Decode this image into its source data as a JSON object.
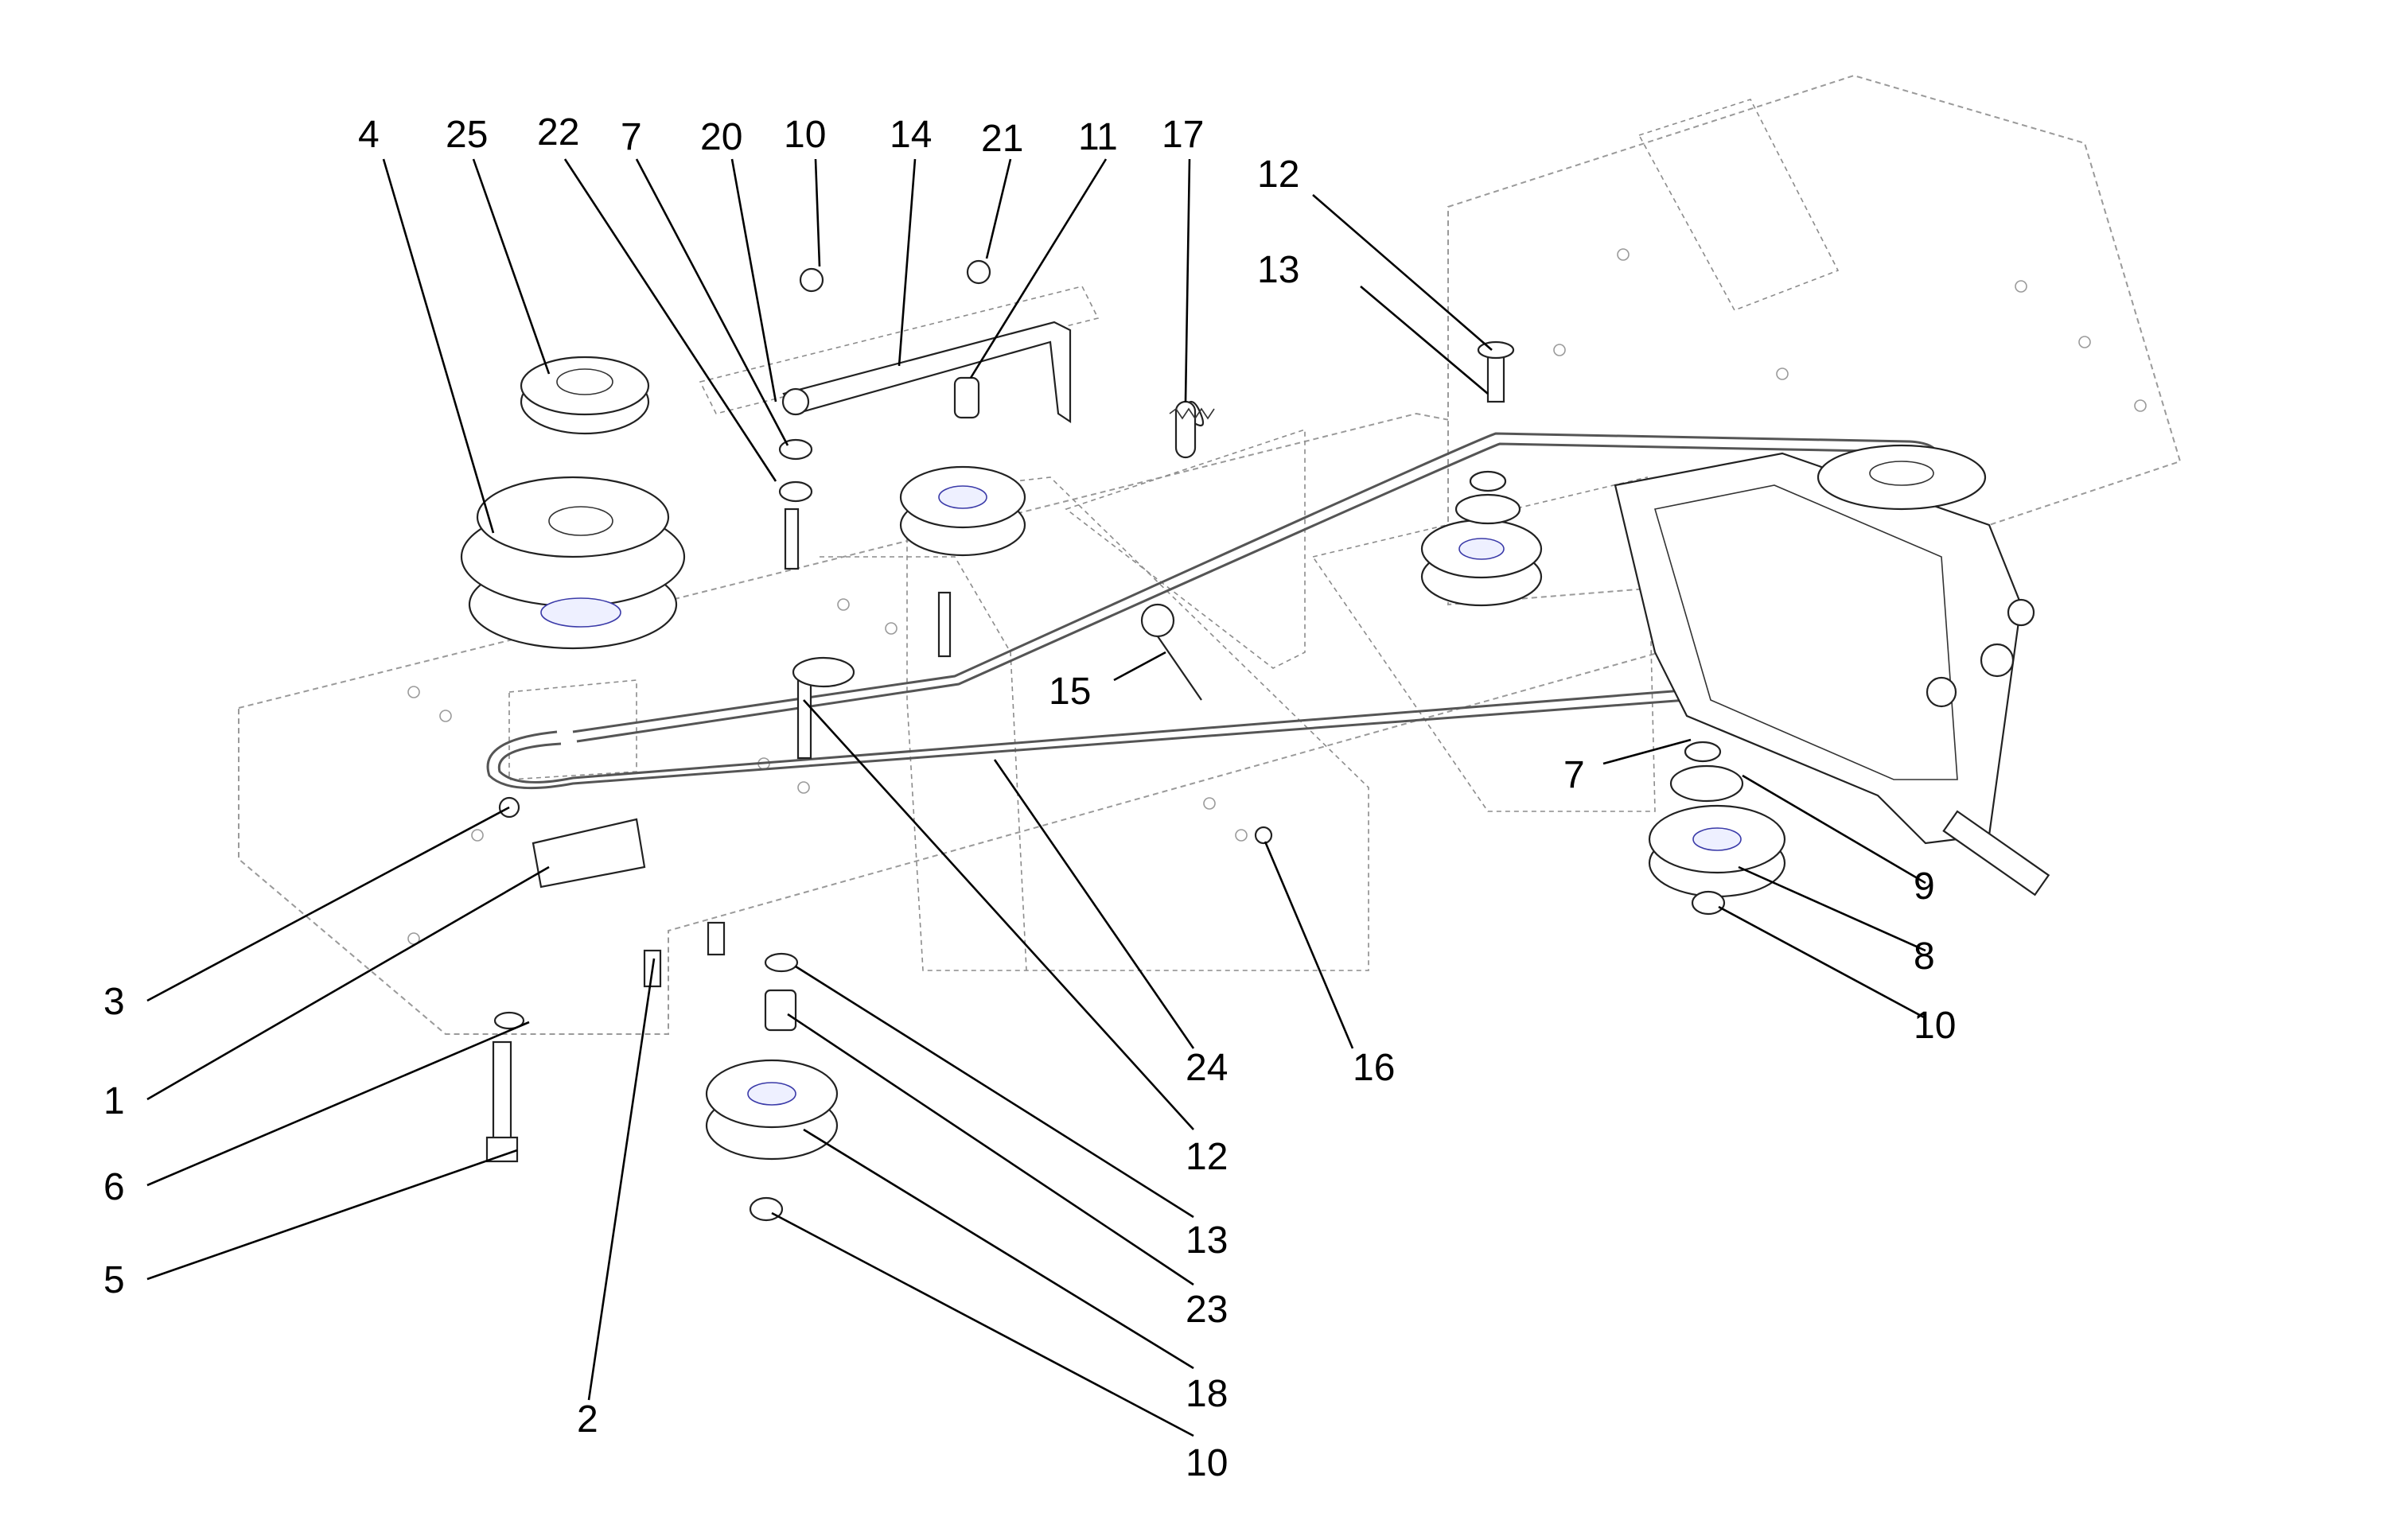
{
  "diagram": {
    "title": "Drive belt assembly exploded view",
    "callouts": [
      {
        "id": "c4",
        "label": "4"
      },
      {
        "id": "c25",
        "label": "25"
      },
      {
        "id": "c22",
        "label": "22"
      },
      {
        "id": "c7a",
        "label": "7"
      },
      {
        "id": "c20",
        "label": "20"
      },
      {
        "id": "c10a",
        "label": "10"
      },
      {
        "id": "c14",
        "label": "14"
      },
      {
        "id": "c21",
        "label": "21"
      },
      {
        "id": "c11",
        "label": "11"
      },
      {
        "id": "c17",
        "label": "17"
      },
      {
        "id": "c12a",
        "label": "12"
      },
      {
        "id": "c13a",
        "label": "13"
      },
      {
        "id": "c15",
        "label": "15"
      },
      {
        "id": "c7b",
        "label": "7"
      },
      {
        "id": "c9",
        "label": "9"
      },
      {
        "id": "c8",
        "label": "8"
      },
      {
        "id": "c10b",
        "label": "10"
      },
      {
        "id": "c3",
        "label": "3"
      },
      {
        "id": "c1",
        "label": "1"
      },
      {
        "id": "c6",
        "label": "6"
      },
      {
        "id": "c5",
        "label": "5"
      },
      {
        "id": "c2",
        "label": "2"
      },
      {
        "id": "c24",
        "label": "24"
      },
      {
        "id": "c16",
        "label": "16"
      },
      {
        "id": "c12b",
        "label": "12"
      },
      {
        "id": "c13b",
        "label": "13"
      },
      {
        "id": "c23",
        "label": "23"
      },
      {
        "id": "c18",
        "label": "18"
      },
      {
        "id": "c10c",
        "label": "10"
      }
    ]
  }
}
